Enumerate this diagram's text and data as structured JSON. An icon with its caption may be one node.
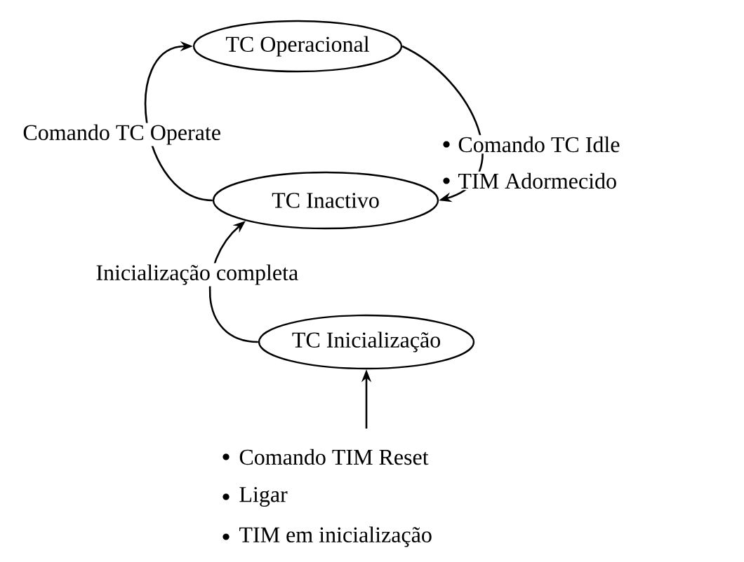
{
  "diagram": {
    "nodes": [
      {
        "text": [
          "TC Operacional"
        ]
      },
      {
        "text": [
          "TC Inactivo"
        ]
      },
      {
        "text": [
          "TC Inicialização"
        ]
      },
      {
        "text": [
          "Comando TIM Reset",
          "Ligar",
          "TIM em inicialização"
        ]
      }
    ],
    "edges": [
      {
        "from": 1,
        "to": 0,
        "arrow": "to",
        "label": "Comando TC Operate"
      },
      {
        "from": 0,
        "to": 1,
        "arrow": "to"
      },
      {
        "from": 2,
        "to": 1,
        "arrow": "to",
        "label": "Inicialização completa"
      },
      {
        "from": 3,
        "to": 2,
        "arrow": "to"
      }
    ],
    "labels": [
      "Comando TC Idle",
      "TIM Adormecido"
    ]
  }
}
